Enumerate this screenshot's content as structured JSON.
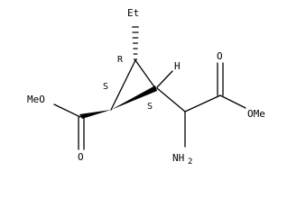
{
  "molecule": {
    "labels": {
      "ethyl": "Et",
      "hydrogen": "H",
      "ester_left": "MeO",
      "ester_right": "OMe",
      "carbonyl_o_left": "O",
      "carbonyl_o_right": "O",
      "amine": "NH",
      "amine_subscript": "2"
    },
    "stereo_descriptors": {
      "top_carbon": "R",
      "left_carbon": "S",
      "right_carbon": "S"
    },
    "colors": {
      "ink": "#000000",
      "background": "#ffffff"
    }
  }
}
